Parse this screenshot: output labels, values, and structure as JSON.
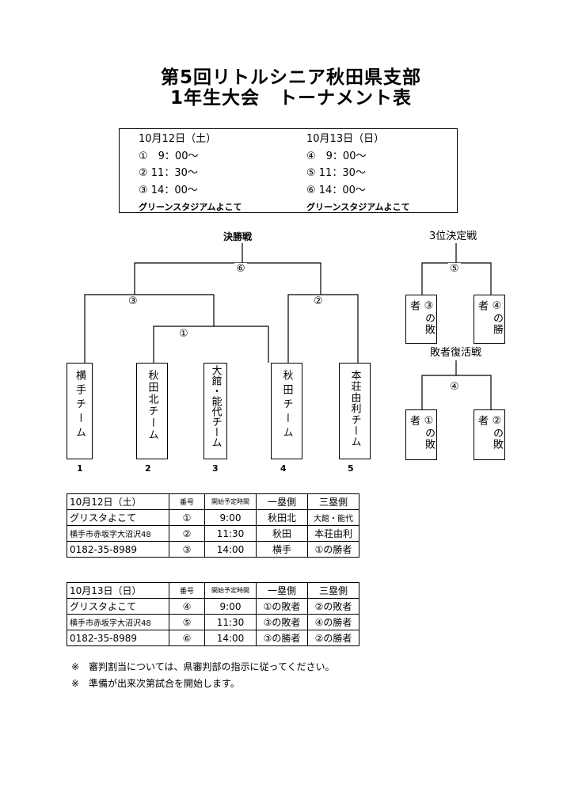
{
  "title": {
    "line1": "第5回リトルシニア秋田県支部",
    "line2": "1年生大会　トーナメント表"
  },
  "schedule": {
    "left": {
      "date": "10月12日（土）",
      "slots": [
        "①　9：00〜",
        "② 11：30〜",
        "③ 14：00〜"
      ],
      "venue": "グリーンスタジアムよこて"
    },
    "right": {
      "date": "10月13日（日）",
      "slots": [
        "④　9：00〜",
        "⑤ 11：30〜",
        "⑥ 14：00〜"
      ],
      "venue": "グリーンスタジアムよこて"
    }
  },
  "bracket": {
    "final_label": "決勝戦",
    "third_place_label": "3位決定戦",
    "consolation_label": "敗者復活戦",
    "games": {
      "g1": "①",
      "g2": "②",
      "g3": "③",
      "g4": "④",
      "g5": "⑤",
      "g6": "⑥"
    },
    "teams": [
      {
        "name": "横手チーム",
        "number": "1"
      },
      {
        "name": "秋田北チーム",
        "number": "2"
      },
      {
        "name": "大館・能代チーム",
        "number": "3"
      },
      {
        "name": "秋田チーム",
        "number": "4"
      },
      {
        "name": "本荘由利チーム",
        "number": "5"
      }
    ],
    "third_place_boxes": [
      "③の敗者",
      "④の勝者"
    ],
    "consolation_boxes": [
      "①の敗者",
      "②の敗者"
    ]
  },
  "table1": {
    "header": {
      "info": "10月12日（土）",
      "no": "番号",
      "time": "開始予定時間",
      "first": "一塁側",
      "third": "三塁側"
    },
    "info": [
      "グリスタよこて",
      "横手市赤坂字大沼沢48",
      "0182-35-8989"
    ],
    "rows": [
      {
        "no": "①",
        "time": "9:00",
        "first": "秋田北",
        "third": "大館・能代"
      },
      {
        "no": "②",
        "time": "11:30",
        "first": "秋田",
        "third": "本荘由利"
      },
      {
        "no": "③",
        "time": "14:00",
        "first": "横手",
        "third": "①の勝者"
      }
    ]
  },
  "table2": {
    "header": {
      "info": "10月13日（日）",
      "no": "番号",
      "time": "開始予定時間",
      "first": "一塁側",
      "third": "三塁側"
    },
    "info": [
      "グリスタよこて",
      "横手市赤坂字大沼沢48",
      "0182-35-8989"
    ],
    "rows": [
      {
        "no": "④",
        "time": "9:00",
        "first": "①の敗者",
        "third": "②の敗者"
      },
      {
        "no": "⑤",
        "time": "11:30",
        "first": "③の敗者",
        "third": "④の勝者"
      },
      {
        "no": "⑥",
        "time": "14:00",
        "first": "③の勝者",
        "third": "②の勝者"
      }
    ]
  },
  "notes": [
    "※　審判割当については、県審判部の指示に従ってください。",
    "※　準備が出来次第試合を開始します。"
  ]
}
